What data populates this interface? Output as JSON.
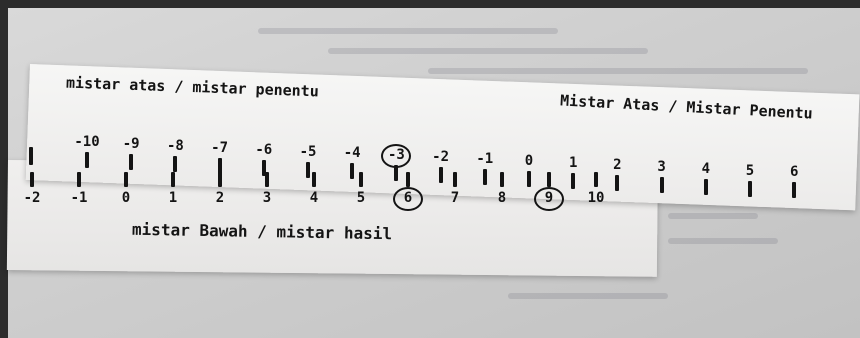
{
  "top_ruler": {
    "label_left": "mistar atas / mistar penentu",
    "label_right": "Mistar Atas / Mistar Penentu",
    "numbers": [
      "-10",
      "-9",
      "-8",
      "-7",
      "-6",
      "-5",
      "-4",
      "-3",
      "-2",
      "-1",
      "0",
      "1",
      "2",
      "3",
      "4",
      "5",
      "6"
    ],
    "circled": "-3"
  },
  "bottom_ruler": {
    "label": "mistar Bawah / mistar hasil",
    "numbers": [
      "-2",
      "-1",
      "0",
      "1",
      "2",
      "3",
      "4",
      "5",
      "6",
      "7",
      "8",
      "9",
      "10"
    ],
    "circled": [
      "6",
      "9"
    ]
  },
  "colors": {
    "ink": "#141414",
    "strip": "#f3f3f2",
    "background": "#2c2c2c"
  }
}
